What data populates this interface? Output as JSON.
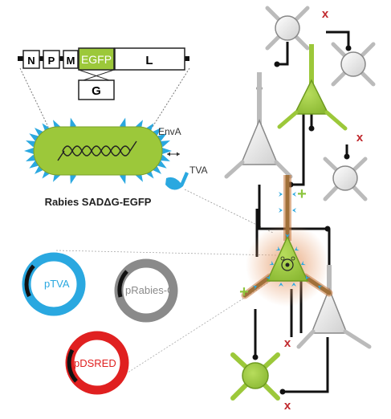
{
  "genome": {
    "segments": [
      "N",
      "P",
      "M",
      "EGFP",
      "L"
    ],
    "deleted_gene": "G"
  },
  "virus": {
    "envelope_label": "EnvA",
    "receptor_label": "TVA",
    "caption": "Rabies SADΔG-EGFP"
  },
  "plasmids": {
    "tva": "pTVA",
    "rabies_g": "pRabies-G",
    "dsred": "pDSRED"
  },
  "colors": {
    "virus_green": "#9cc83a",
    "spike_blue": "#2aa8e0",
    "tva_blue": "#2aa8e0",
    "dsred_red": "#e02020",
    "rabies_g_gray": "#8a8a8a",
    "x_mark_red": "#c0282d",
    "plus_green": "#8dc63f",
    "starter_glow": "#c8783c"
  },
  "markers": {
    "blocked": "x",
    "transfer": "+"
  }
}
